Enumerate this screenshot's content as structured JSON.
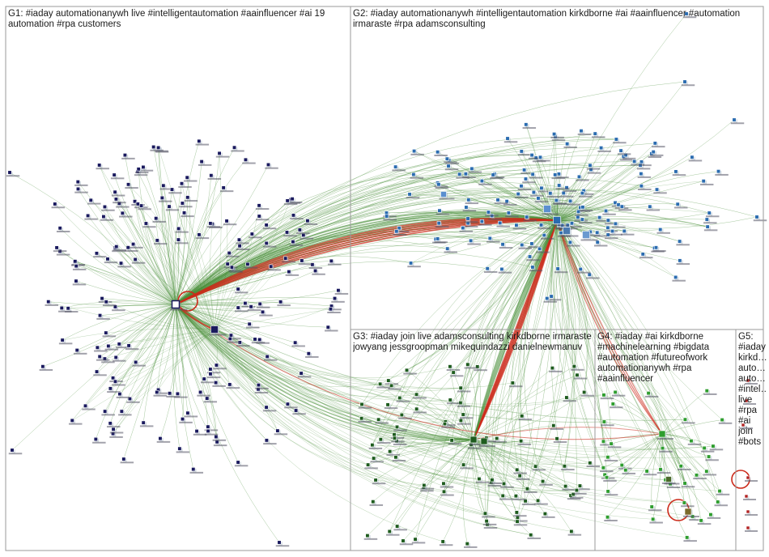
{
  "groups": {
    "g1": {
      "label": "G1: #iaday automationanywh live #intelligentautomation #aainfluencer #ai 19\nautomation #rpa customers"
    },
    "g2": {
      "label": "G2: #iaday automationanywh #intelligentautomation kirkdborne #ai #aainfluencer #automation\nirmaraste #rpa adamsconsulting"
    },
    "g3": {
      "label": "G3: #iaday join live adamsconsulting kirkdborne irmaraste\njowyang jessgroopman mikequindazzi danielnewmanuv"
    },
    "g4": {
      "label": "G4: #iaday #ai kirkdborne\n#machinelearning #bigdata\n#automation #futureofwork\nautomationanywh #rpa\n#aainfluencer"
    },
    "g5": {
      "label": "G5:\n#iaday\nkirkd…\nauto…\nauto…\n#intel…\nlive\n#rpa\n#ai\njoin\n#bots"
    }
  },
  "colors": {
    "g1_node": "#1a1a5e",
    "g2_node": "#2b6cb0",
    "g3_node": "#1e5c1e",
    "g4_node": "#2f9e2f",
    "g5_node": "#b22222",
    "edge_green": "#4a8f3a",
    "edge_red": "#cc2a1a",
    "box_border": "#9a9a9a"
  }
}
